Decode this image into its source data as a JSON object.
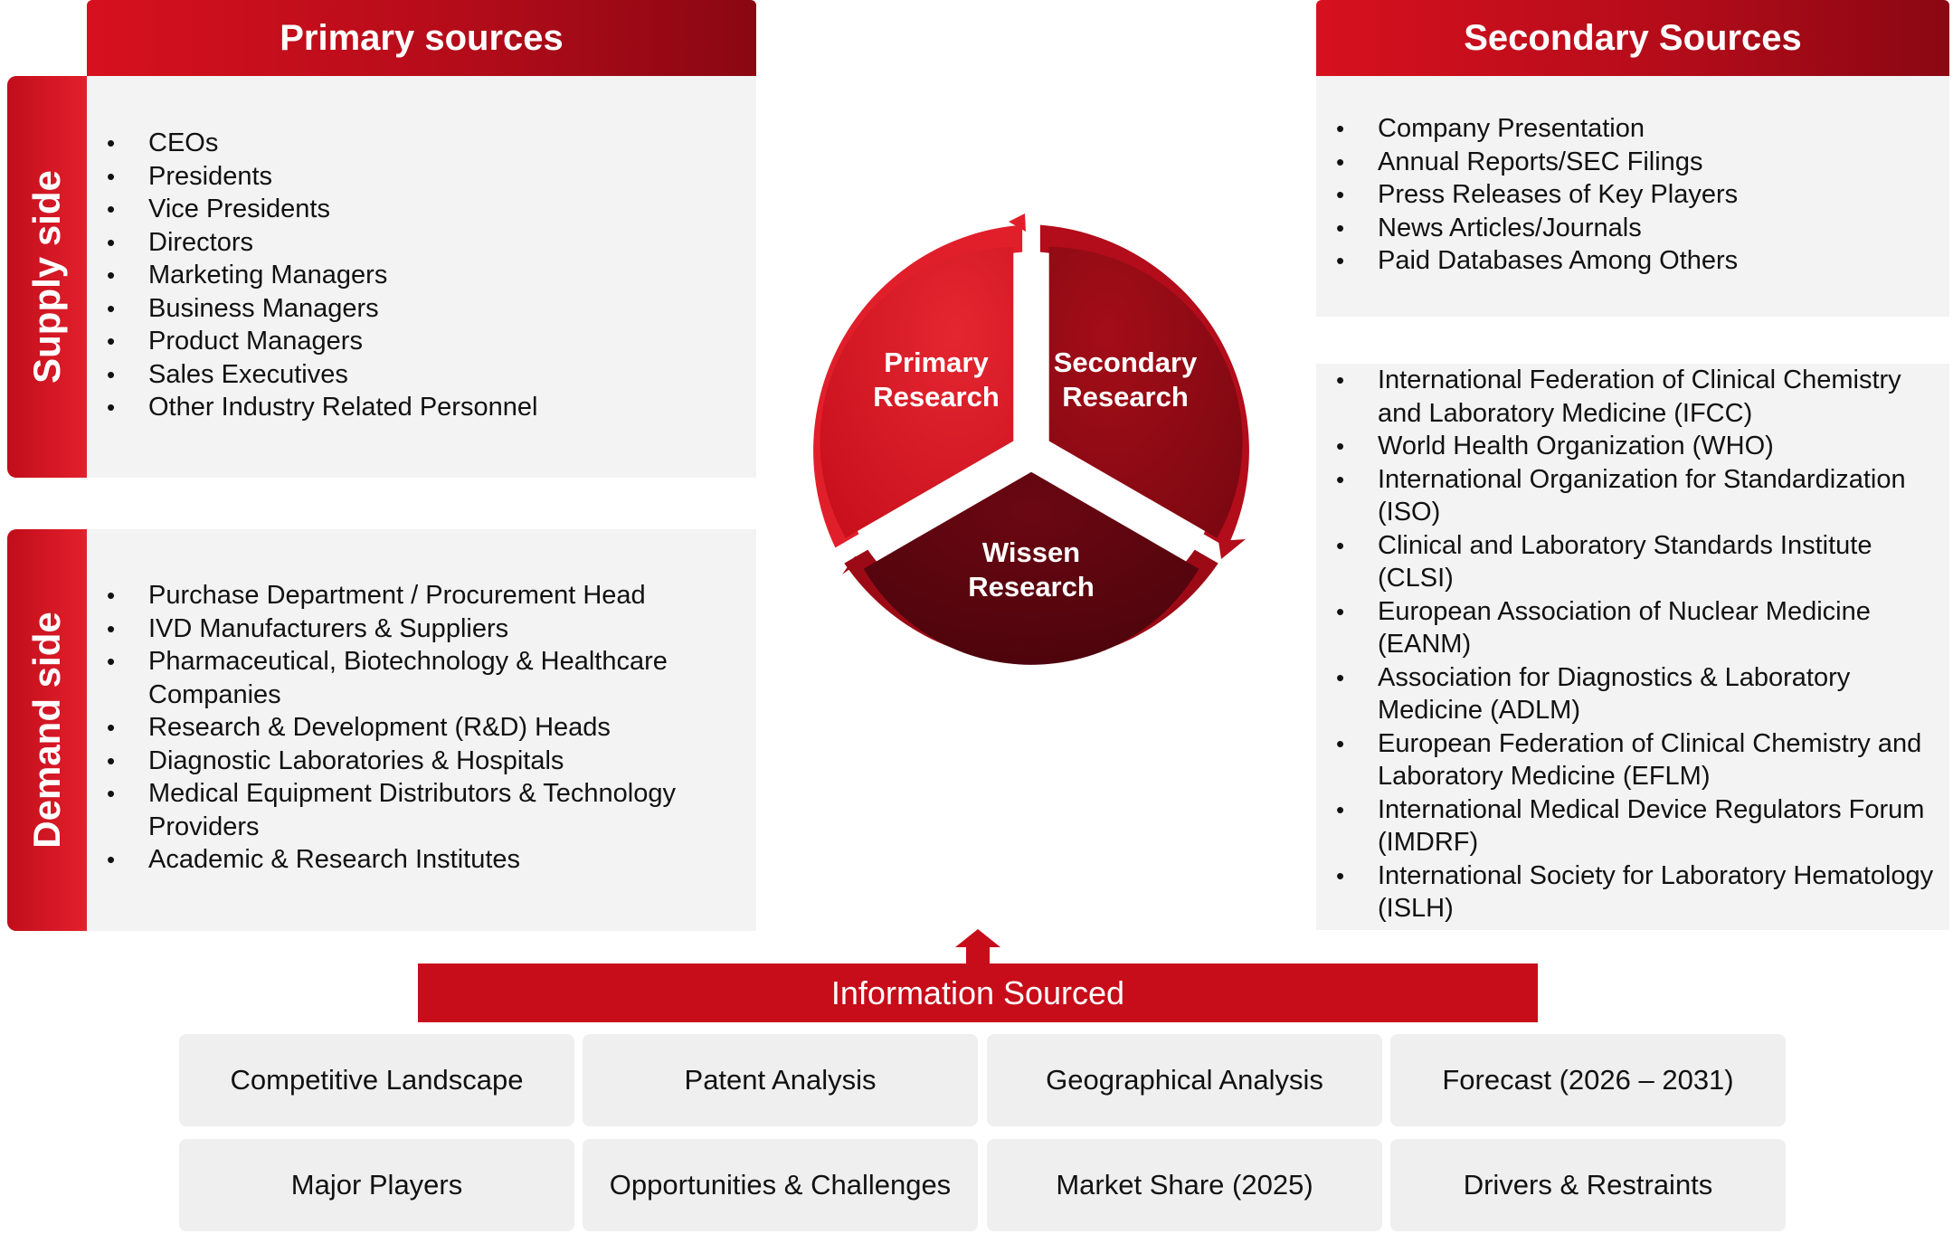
{
  "primary_sources": {
    "title": "Primary sources",
    "supply_label": "Supply side",
    "supply_items": [
      "CEOs",
      "Presidents",
      "Vice Presidents",
      "Directors",
      "Marketing Managers",
      "Business Managers",
      "Product Managers",
      "Sales Executives",
      "Other Industry Related Personnel"
    ],
    "demand_label": "Demand side",
    "demand_items": [
      "Purchase Department / Procurement Head",
      "IVD Manufacturers & Suppliers",
      "Pharmaceutical, Biotechnology & Healthcare Companies",
      "Research & Development (R&D) Heads",
      "Diagnostic Laboratories & Hospitals",
      "Medical Equipment Distributors & Technology Providers",
      "Academic & Research Institutes"
    ]
  },
  "secondary_sources": {
    "title": "Secondary Sources",
    "items": [
      "Company Presentation",
      "Annual Reports/SEC Filings",
      "Press Releases of Key Players",
      "News Articles/Journals",
      "Paid Databases Among Others"
    ],
    "organizations": [
      "International Federation of Clinical Chemistry and Laboratory Medicine (IFCC)",
      "World Health Organization (WHO)",
      "International Organization for Standardization (ISO)",
      "Clinical and Laboratory Standards Institute (CLSI)",
      "European Association of Nuclear Medicine (EANM)",
      "Association for Diagnostics & Laboratory Medicine (ADLM)",
      "European Federation of Clinical Chemistry and Laboratory Medicine (EFLM)",
      "International Medical Device Regulators Forum (IMDRF)",
      "International Society for Laboratory Hematology (ISLH)"
    ]
  },
  "cycle": {
    "primary": {
      "line1": "Primary",
      "line2": "Research"
    },
    "secondary": {
      "line1": "Secondary",
      "line2": "Research"
    },
    "wissen": {
      "line1": "Wissen",
      "line2": "Research"
    }
  },
  "information_sourced": {
    "title": "Information Sourced",
    "row1": [
      "Competitive Landscape",
      "Patent Analysis",
      "Geographical Analysis",
      "Forecast (2026 – 2031)"
    ],
    "row2": [
      "Major Players",
      "Opportunities & Challenges",
      "Market Share (2025)",
      "Drivers & Restraints"
    ]
  },
  "colors": {
    "brand_red": "#c70d1a",
    "bright_red": "#e3202c",
    "dark_red": "#8b0a14",
    "darkest_red": "#5c0610",
    "panel_grey": "#f3f3f3",
    "tile_grey": "#efefef"
  }
}
